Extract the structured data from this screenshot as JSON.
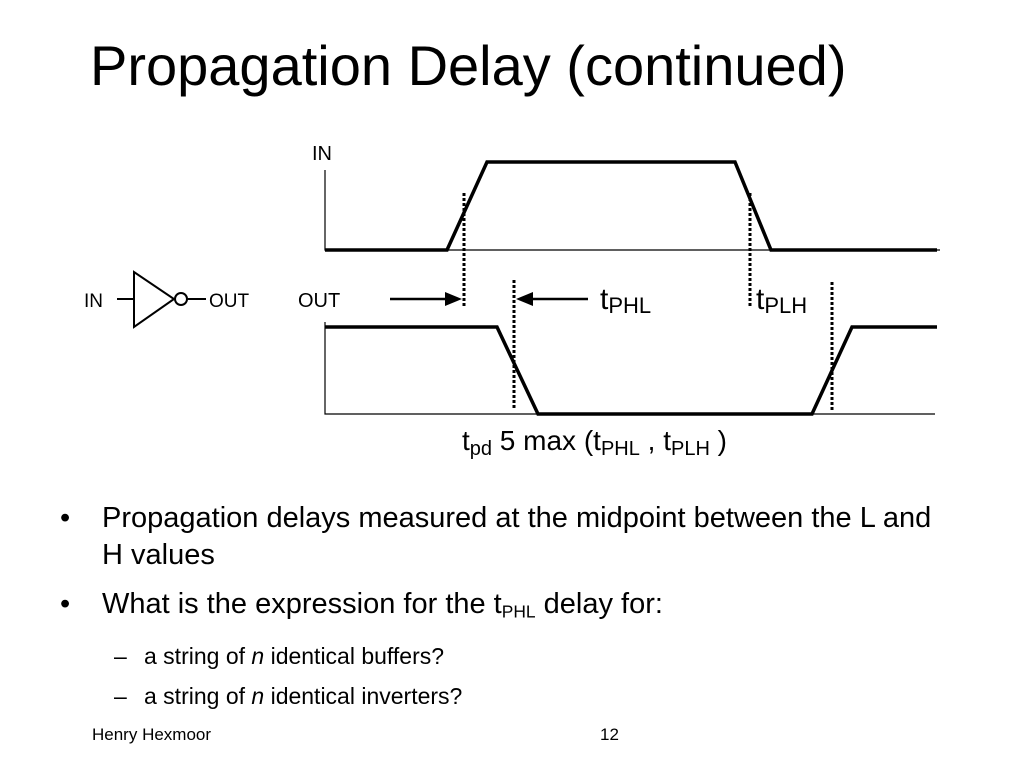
{
  "slide": {
    "title": "Propagation Delay (continued)"
  },
  "diagram": {
    "in_wave_label": "IN",
    "out_wave_label": "OUT",
    "gate_in_label": "IN",
    "gate_out_label": "OUT",
    "tphl_main": "t",
    "tphl_sub": "PHL",
    "tplh_main": "t",
    "tplh_sub": "PLH",
    "formula": {
      "t1": "t",
      "pd": "pd",
      "eq": " 5  max (t",
      "phl": "PHL",
      "comma": " , t",
      "plh": "PLH",
      "close": " )"
    }
  },
  "bullets": {
    "b1": "Propagation delays measured at the midpoint between the L and H values",
    "b2_pre": "What is the expression for  the t",
    "b2_sub": "PHL",
    "b2_post": " delay for:",
    "s1_pre": "a string of  ",
    "s1_var": "n",
    "s1_post": " identical buffers?",
    "s2_pre": "a string of ",
    "s2_var": "n",
    "s2_post": " identical inverters?"
  },
  "footer": {
    "author": "Henry Hexmoor",
    "page": "12"
  }
}
